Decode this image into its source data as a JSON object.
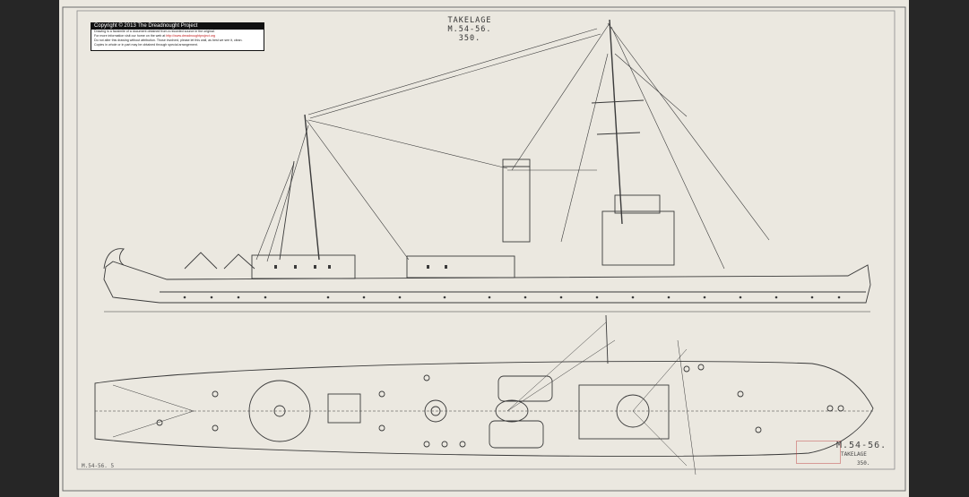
{
  "banner": {
    "heading": "Copyright © 2013 The Dreadnought Project",
    "lines": [
      "Drawing is a facsimile of a document obtained from a recorded source in the original.",
      "For more information visit our home on the web at http://www.dreadnoughtproject.org",
      "Do not alter this drawing without attribution. Those involved, please let this wall, as best we see it, clean.",
      "Copies in whole or in part may be obtained through special arrangement."
    ],
    "link": "http://www.dreadnoughtproject.org",
    "colors": {
      "heading_bg": "#111111",
      "link": "#c01818"
    }
  },
  "title": {
    "line1": "TAKELAGE",
    "line2": "M.54-56.",
    "line3": "350."
  },
  "stamps": {
    "main": "M.54-56.",
    "sub": "TAKELAGE",
    "num": "350.",
    "left": "M.54-56. 5"
  },
  "colors": {
    "viewer_bg": "#262626",
    "paper": "#ebe8e0",
    "ink": "#3a3a3a"
  }
}
